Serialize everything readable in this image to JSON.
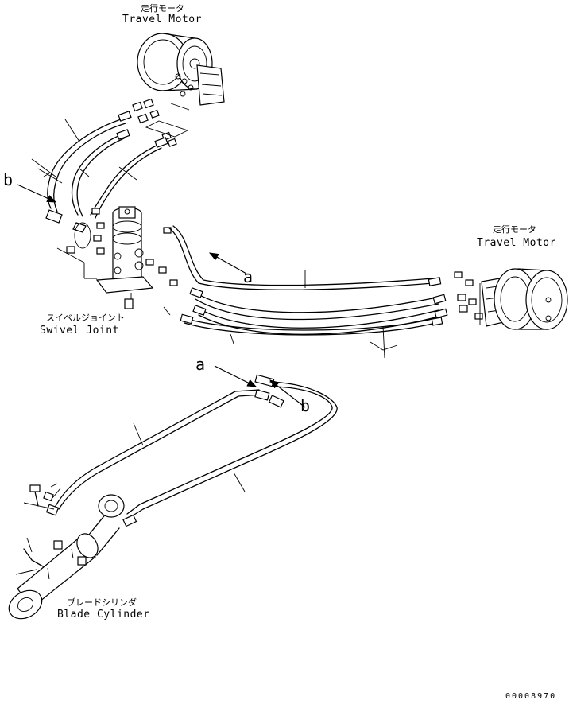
{
  "labels": {
    "travel_motor_top_jp": "走行モータ",
    "travel_motor_top_en": "Travel Motor",
    "travel_motor_right_jp": "走行モータ",
    "travel_motor_right_en": "Travel Motor",
    "swivel_joint_jp": "スイベルジョイント",
    "swivel_joint_en": "Swivel Joint",
    "blade_cylinder_jp": "ブレードシリンダ",
    "blade_cylinder_en": "Blade Cylinder"
  },
  "arrows": {
    "a_upper": "a",
    "a_lower": "a",
    "b_upper": "b",
    "b_lower": "b"
  },
  "document_number": "00008970"
}
